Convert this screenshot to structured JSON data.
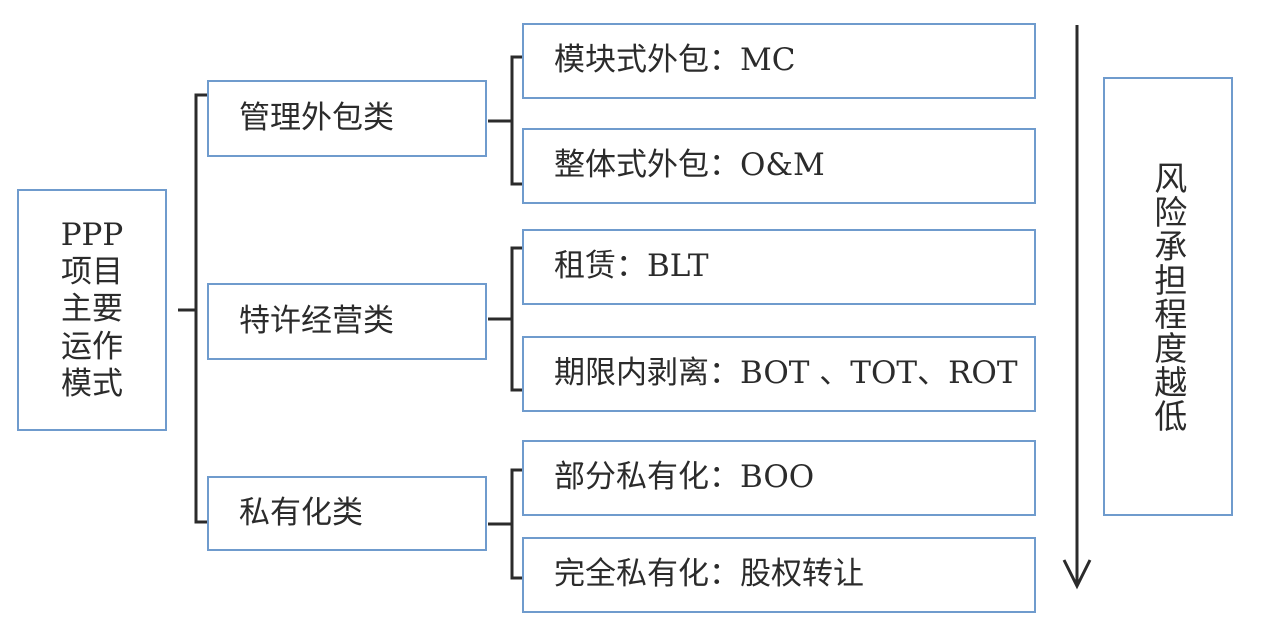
{
  "root": {
    "lines": [
      "PPP",
      "项目",
      "主要",
      "运作",
      "模式"
    ]
  },
  "categories": [
    {
      "label": "管理外包类",
      "items": [
        "模块式外包：MC",
        "整体式外包：O&M"
      ]
    },
    {
      "label": "特许经营类",
      "items": [
        "租赁：BLT",
        "期限内剥离：BOT 、TOT、ROT"
      ]
    },
    {
      "label": "私有化类",
      "items": [
        "部分私有化：BOO",
        "完全私有化：股权转让"
      ]
    }
  ],
  "risk": {
    "label": "风险承担程度越低",
    "arrow_direction": "down"
  },
  "colors": {
    "box_border": "#6f9bcd",
    "line": "#2b2b2b"
  }
}
